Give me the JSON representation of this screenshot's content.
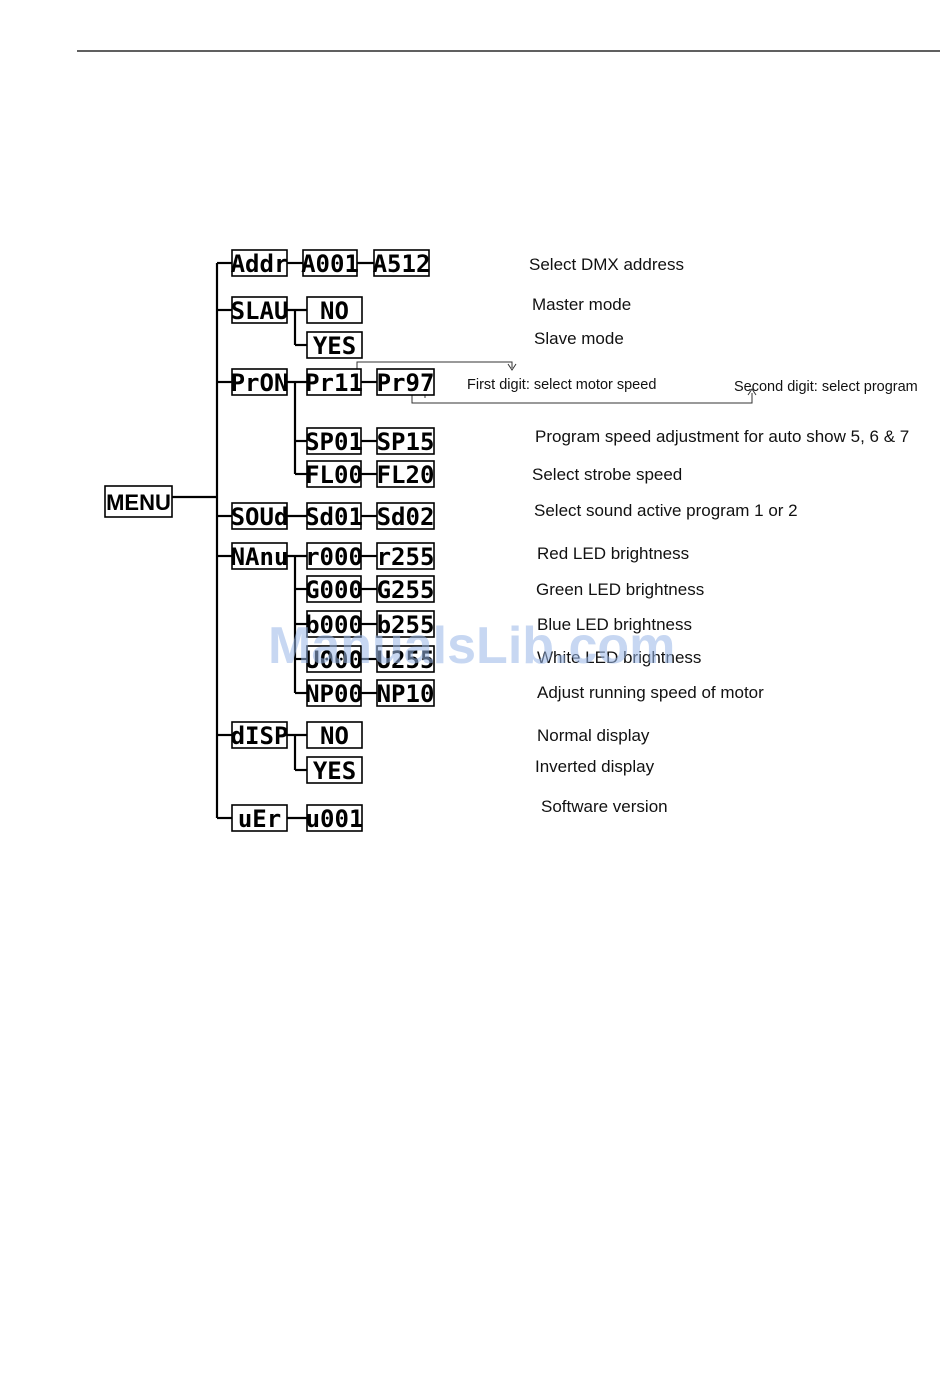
{
  "menu": {
    "label": "MENU"
  },
  "rows": [
    {
      "id": "addr",
      "main": "Addr",
      "values": [
        "A001",
        "A512"
      ],
      "desc": "Select DMX address"
    },
    {
      "id": "slav",
      "main": "SLAU",
      "values": [
        "NO"
      ],
      "desc": "Master mode"
    },
    {
      "id": "slav-yes",
      "main": "",
      "values": [
        "YES"
      ],
      "desc": "Slave mode"
    },
    {
      "id": "prog",
      "main": "PrON",
      "values": [
        "Pr11",
        "Pr97"
      ],
      "desc": ""
    },
    {
      "id": "sp",
      "main": "",
      "values": [
        "SP01",
        "SP15"
      ],
      "desc": "Program speed adjustment for auto show 5, 6 & 7"
    },
    {
      "id": "fl",
      "main": "",
      "values": [
        "FL00",
        "FL20"
      ],
      "desc": "Select strobe speed"
    },
    {
      "id": "soud",
      "main": "SOUd",
      "values": [
        "Sd01",
        "Sd02"
      ],
      "desc": "Select sound active program 1 or 2"
    },
    {
      "id": "r",
      "main": "NAnu",
      "values": [
        "r000",
        "r255"
      ],
      "desc": "Red LED brightness"
    },
    {
      "id": "g",
      "main": "",
      "values": [
        "G000",
        "G255"
      ],
      "desc": "Green LED brightness"
    },
    {
      "id": "b",
      "main": "",
      "values": [
        "b000",
        "b255"
      ],
      "desc": "Blue LED brightness"
    },
    {
      "id": "w",
      "main": "",
      "values": [
        "U000",
        "U255"
      ],
      "desc": "White LED brightness"
    },
    {
      "id": "mp",
      "main": "",
      "values": [
        "NP00",
        "NP10"
      ],
      "desc": "Adjust running speed of motor"
    },
    {
      "id": "disp",
      "main": "dISP",
      "values": [
        "NO"
      ],
      "desc": "Normal display"
    },
    {
      "id": "disp-yes",
      "main": "",
      "values": [
        "YES"
      ],
      "desc": "Inverted display"
    },
    {
      "id": "ver",
      "main": "uEr",
      "values": [
        "u001"
      ],
      "desc": "Software version"
    }
  ],
  "notes": {
    "first_digit": "First digit: select motor speed",
    "second_digit": "Second digit: select program"
  },
  "watermark": "ManualsLib.com"
}
